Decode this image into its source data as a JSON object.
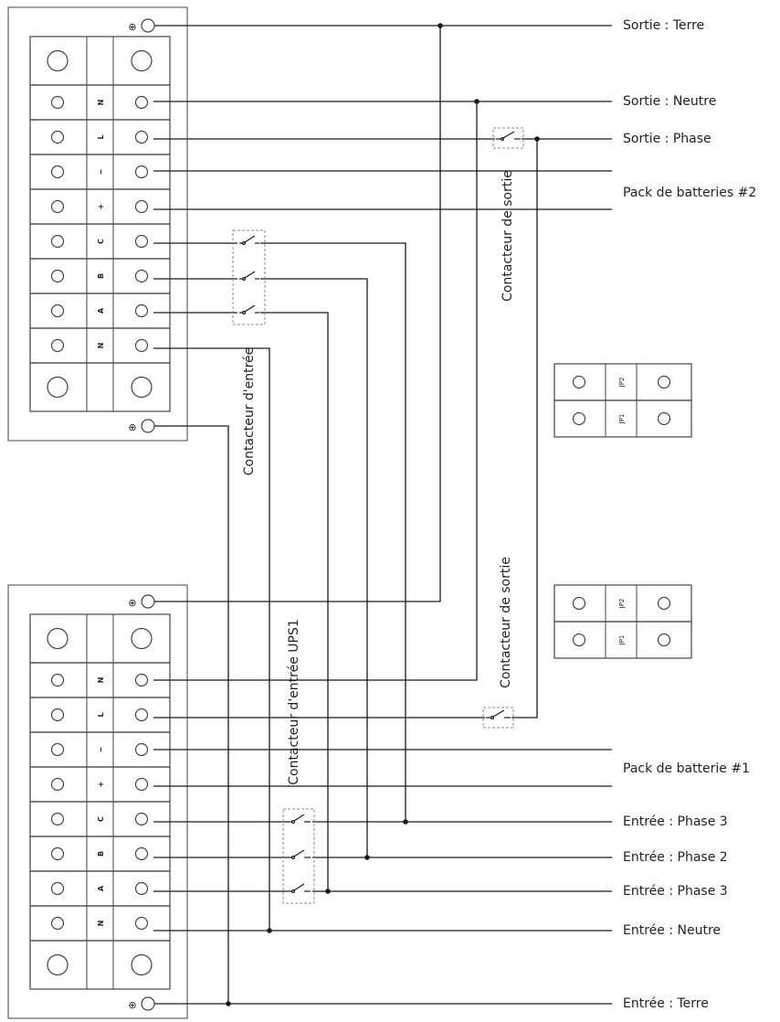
{
  "diagram": {
    "colors": {
      "line": "#1a1a1a",
      "box": "#444444",
      "dashed": "#888888",
      "background": "#ffffff"
    },
    "ground_symbol": "⊕",
    "terminal_labels": [
      "N",
      "L",
      "−",
      "+",
      "C",
      "B",
      "A",
      "N"
    ],
    "jumper_labels": {
      "top": "JP2",
      "bottom": "JP1"
    },
    "output_labels": {
      "earth": "Sortie : Terre",
      "neutral": "Sortie : Neutre",
      "phase": "Sortie : Phase",
      "battery2": "Pack de batteries #2"
    },
    "input_labels": {
      "battery1": "Pack de batterie #1",
      "phase_c": "Entrée : Phase 3",
      "phase_b": "Entrée : Phase 2",
      "phase_a": "Entrée : Phase 3",
      "neutral": "Entrée : Neutre",
      "earth": "Entrée : Terre"
    },
    "contactor_labels": {
      "input_upper": "Contacteur d'entrée",
      "input_lower": "Contacteur d'entrée UPS1",
      "output_upper": "Contacteur de sortie",
      "output_lower": "Contacteur de sortie"
    }
  }
}
